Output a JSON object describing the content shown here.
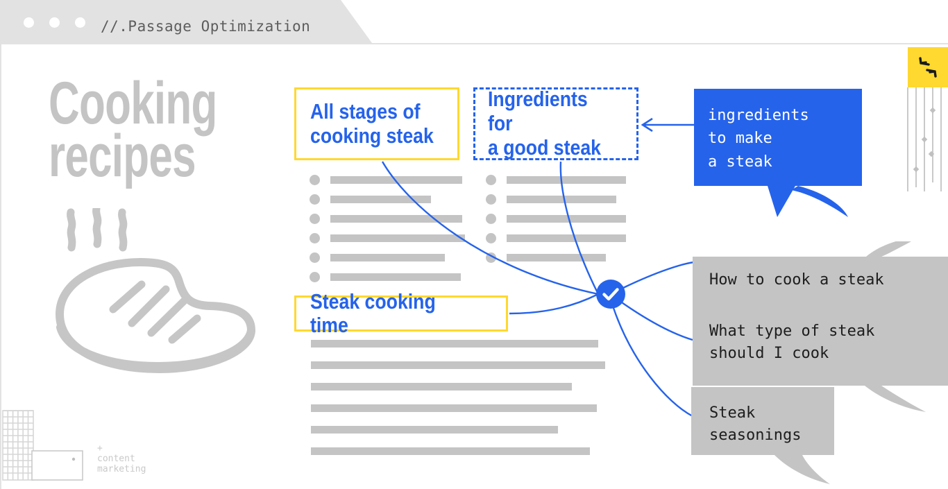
{
  "window": {
    "title": "//.Passage Optimization",
    "dots": [
      "close-dot",
      "minimize-dot",
      "maximize-dot"
    ]
  },
  "hero": {
    "title": "Cooking\nrecipes",
    "steak_icon": "steak-illustration",
    "steam_icon": "steam-squiggles"
  },
  "logo": {
    "text": "+\ncontent\nmarketing",
    "grid_icon": "grid-pattern",
    "frame_icon": "logo-frame"
  },
  "decor": {
    "badge_icon": "expand-arrows-icon",
    "lines_icon": "vertical-lines-decor"
  },
  "headings": [
    {
      "id": "stages",
      "label": "All stages of\ncooking steak",
      "border": "solid-yellow"
    },
    {
      "id": "ingredients",
      "label": "Ingredients for\na good steak",
      "border": "dashed-blue"
    },
    {
      "id": "time",
      "label": "Steak cooking time",
      "border": "solid-yellow"
    }
  ],
  "columns": {
    "left": {
      "bullets": 6,
      "bar_widths": [
        190,
        145,
        190,
        194,
        165,
        188
      ]
    },
    "right": {
      "bullets": 5,
      "bar_widths": [
        172,
        158,
        172,
        172,
        143
      ]
    }
  },
  "paragraph": {
    "lines": 6,
    "bar_widths": [
      414,
      424,
      376,
      412,
      356,
      402
    ]
  },
  "node": {
    "icon": "check-circle-icon"
  },
  "bubbles": [
    {
      "id": "blue",
      "text": "ingredients\nto make\na steak",
      "color": "#2563EB",
      "tail": "bottom-right"
    },
    {
      "id": "gray-1",
      "text": "How to cook a steak",
      "color": "#C4C4C4",
      "tail": "top-right"
    },
    {
      "id": "gray-2",
      "text": "What type of steak\nshould I cook",
      "color": "#C4C4C4",
      "tail": "bottom-right"
    },
    {
      "id": "gray-3",
      "text": "Steak\nseasonings",
      "color": "#C4C4C4",
      "tail": "bottom-center"
    }
  ],
  "colors": {
    "accent_blue": "#2563EB",
    "accent_yellow": "#FFD830",
    "neutral_gray": "#C4C4C4",
    "chrome_gray": "#E2E2E2",
    "title_text": "#5D5D5D"
  }
}
